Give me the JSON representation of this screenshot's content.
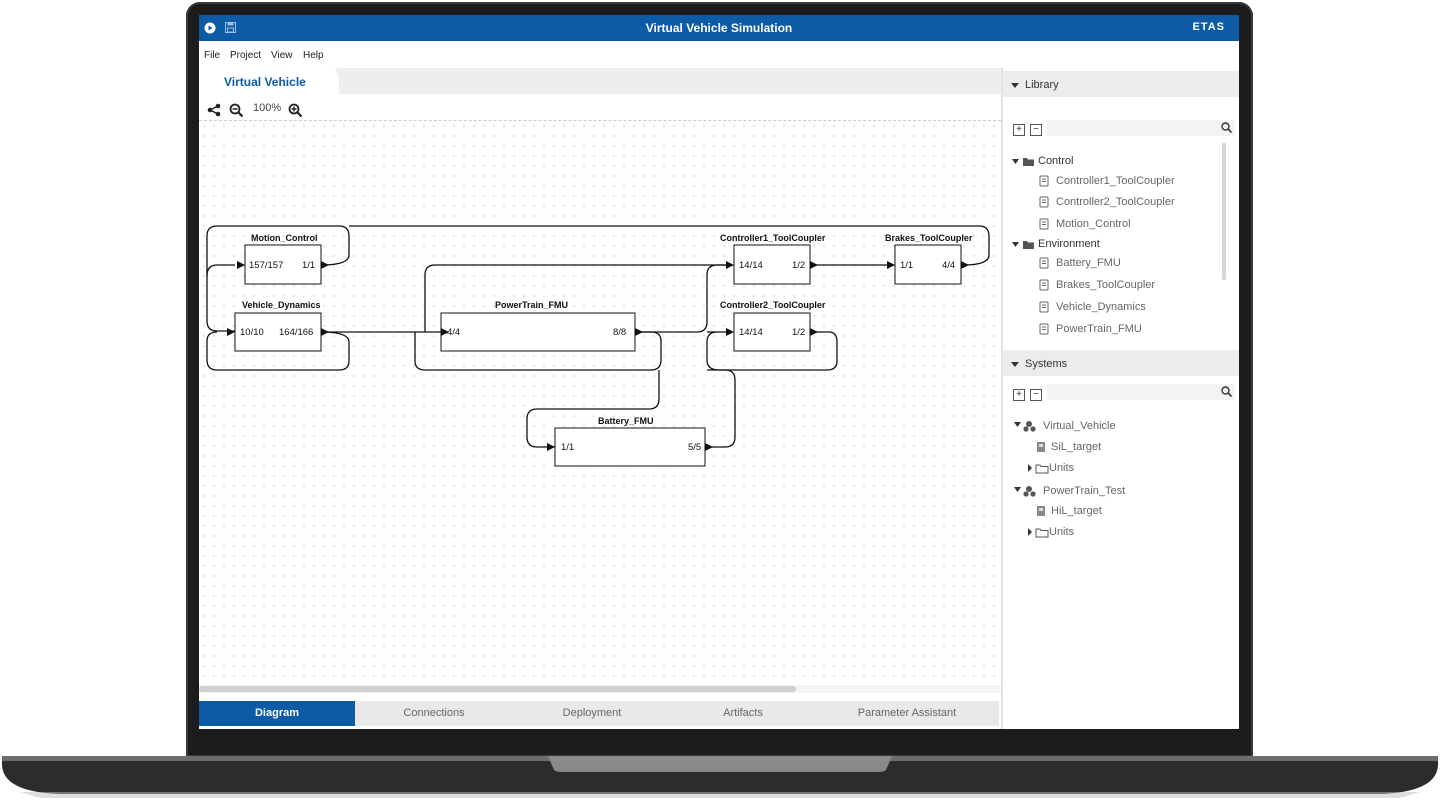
{
  "window": {
    "title": "Virtual Vehicle Simulation",
    "brand": "ETAS",
    "accent_color": "#0d5aa7"
  },
  "menu": [
    "File",
    "Project",
    "View",
    "Help"
  ],
  "document_tab": {
    "label": "Virtual Vehicle"
  },
  "toolbar": {
    "zoom": "100%",
    "icons": [
      "share-icon",
      "zoom-out-icon",
      "zoom-in-icon"
    ]
  },
  "diagram": {
    "blocks": [
      {
        "name": "Motion_Control",
        "in": "157/157",
        "out": "1/1"
      },
      {
        "name": "Vehicle_Dynamics",
        "in": "10/10",
        "out": "164/166"
      },
      {
        "name": "PowerTrain_FMU",
        "in": "4/4",
        "out": "8/8"
      },
      {
        "name": "Controller1_ToolCoupler",
        "in": "14/14",
        "out": "1/2"
      },
      {
        "name": "Controller2_ToolCoupler",
        "in": "14/14",
        "out": "1/2"
      },
      {
        "name": "Brakes_ToolCoupler",
        "in": "1/1",
        "out": "4/4"
      },
      {
        "name": "Battery_FMU",
        "in": "1/1",
        "out": "5/5"
      }
    ]
  },
  "bottom_tabs": [
    "Diagram",
    "Connections",
    "Deployment",
    "Artifacts",
    "Parameter Assistant"
  ],
  "active_bottom_tab": "Diagram",
  "library": {
    "title": "Library",
    "groups": [
      {
        "name": "Control",
        "items": [
          "Controller1_ToolCoupler",
          "Controller2_ToolCoupler",
          "Motion_Control"
        ]
      },
      {
        "name": "Environment",
        "items": [
          "Battery_FMU",
          "Brakes_ToolCoupler",
          "Vehicle_Dynamics",
          "PowerTrain_FMU"
        ]
      }
    ]
  },
  "systems": {
    "title": "Systems",
    "items": [
      {
        "name": "Virtual_Vehicle",
        "target": "SiL_target",
        "units": "Units"
      },
      {
        "name": "PowerTrain_Test",
        "target": "HiL_target",
        "units": "Units"
      }
    ]
  }
}
